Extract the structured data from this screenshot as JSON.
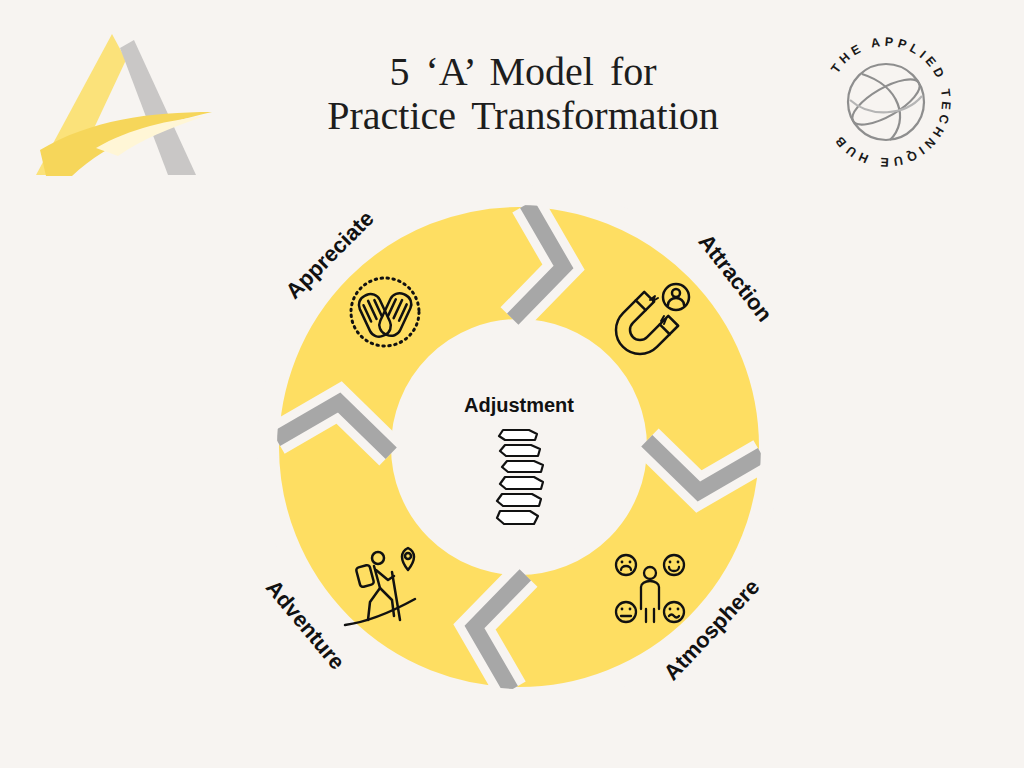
{
  "diagram": {
    "title": "5 ‘A’ Model for Practice Transformation",
    "nodes": [
      {
        "text": [
          "Appreciate"
        ]
      },
      {
        "text": [
          "Attraction"
        ]
      },
      {
        "text": [
          "Atmosphere"
        ]
      },
      {
        "text": [
          "Adventure"
        ]
      },
      {
        "text": [
          "Adjustment"
        ]
      }
    ],
    "edges": [
      {
        "from": 0,
        "to": 1,
        "arrow": "to"
      },
      {
        "from": 1,
        "to": 2,
        "arrow": "to"
      },
      {
        "from": 2,
        "to": 3,
        "arrow": "to"
      },
      {
        "from": 3,
        "to": 0,
        "arrow": "to"
      }
    ],
    "labels": [
      "THE APPLIED TECHNIQUE HUB"
    ]
  }
}
